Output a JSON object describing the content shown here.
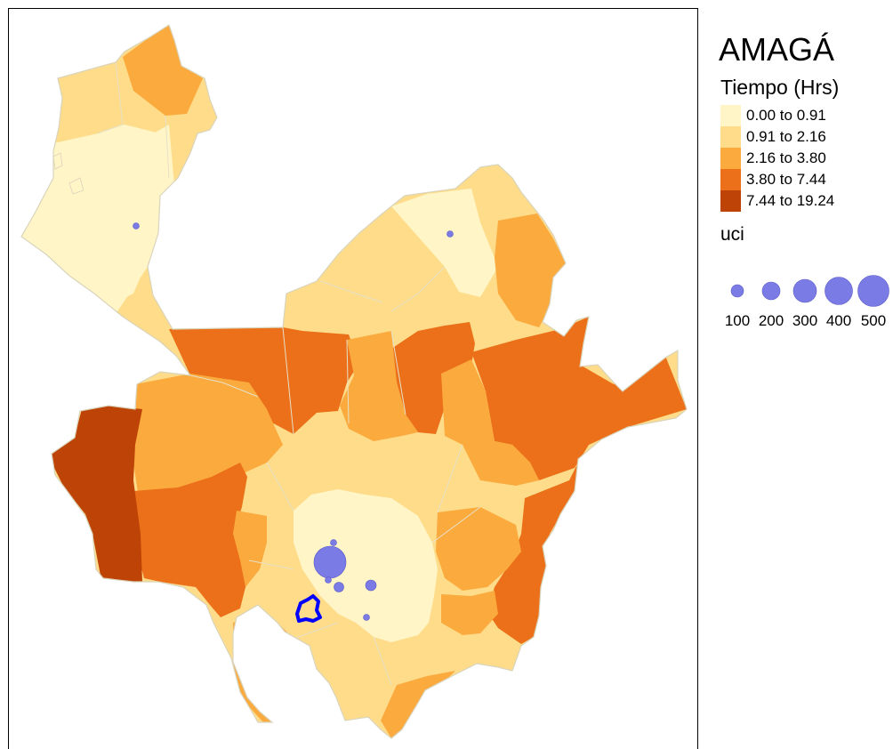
{
  "legend": {
    "title": "AMAGÁ",
    "subtitle": "Tiempo (Hrs)",
    "classes": [
      {
        "label": "0.00 to 0.91",
        "color": "#FFF5C6"
      },
      {
        "label": "0.91 to 2.16",
        "color": "#FEDC8A"
      },
      {
        "label": "2.16 to 3.80",
        "color": "#FBAA3E"
      },
      {
        "label": "3.80 to 7.44",
        "color": "#EB7019"
      },
      {
        "label": "7.44 to 19.24",
        "color": "#BD4406"
      }
    ],
    "uci_title": "uci",
    "uci_sizes": [
      "100",
      "200",
      "300",
      "400",
      "500"
    ],
    "bubble_color": "#7B7BE6"
  },
  "highlight_color": "#0000FF"
}
